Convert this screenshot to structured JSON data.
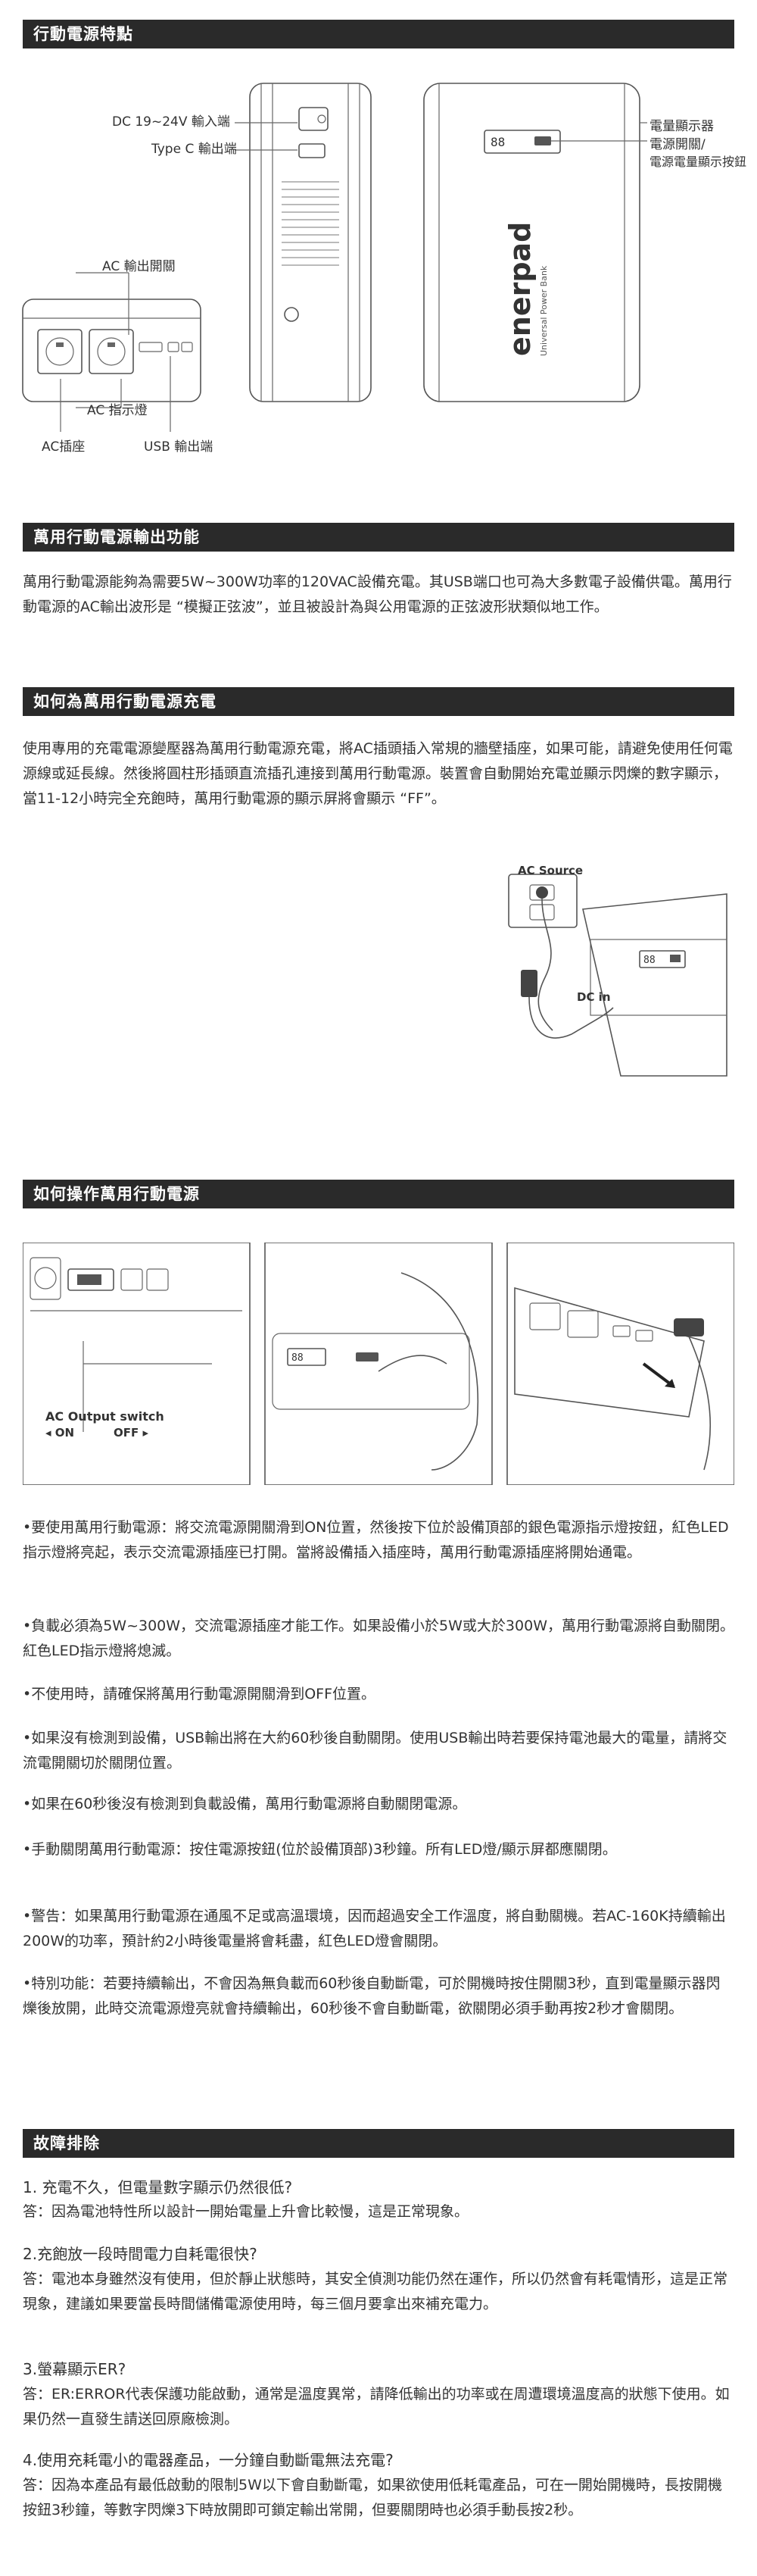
{
  "sections": {
    "features": "行動電源特點",
    "function": "萬用行動電源輸出功能",
    "charging": "如何為萬用行動電源充電",
    "operation": "如何操作萬用行動電源",
    "troubleshoot": "故障排除"
  },
  "diagram1": {
    "dc_input": "DC 19~24V  輸入端",
    "typec_output": "Type C 輸出端",
    "ac_switch": "AC 輸出開關",
    "ac_indicator": "AC 指示燈",
    "ac_socket": "AC插座",
    "usb_output": "USB 輸出端",
    "battery_display": "電量顯示器",
    "power_switch_1": "電源開關/",
    "power_switch_2": "電源電量顯示按鈕",
    "brand": "enerpad",
    "brand_sub": "Universal Power Bank",
    "lcd": "88"
  },
  "function_text": "萬用行動電源能夠為需要5W~300W功率的120VAC設備充電。其USB端口也可為大多數電子設備供電。萬用行動電源的AC輸出波形是 “模擬正弦波”，並且被設計為與公用電源的正弦波形狀類似地工作。",
  "charging_text": "使用專用的充電電源變壓器為萬用行動電源充電，將AC插頭插入常規的牆壁插座，如果可能，請避免使用任何電源線或延長線。然後將圓柱形插頭直流插孔連接到萬用行動電源。裝置會自動開始充電並顯示閃爍的數字顯示，當11-12小時完全充飽時，萬用行動電源的顯示屏將會顯示 “FF”。",
  "charging_diagram": {
    "ac_source": "AC Source",
    "dc_in": "DC in"
  },
  "operation_diagram": {
    "switch_title": "AC Output switch",
    "on": "◂ ON",
    "off": "OFF ▸"
  },
  "bullets": [
    "•要使用萬用行動電源：將交流電源開關滑到ON位置，然後按下位於設備頂部的銀色電源指示燈按鈕，紅色LED指示燈將亮起，表示交流電源插座已打開。當將設備插入插座時，萬用行動電源插座將開始通電。",
    "•負載必須為5W~300W，交流電源插座才能工作。如果設備小於5W或大於300W，萬用行動電源將自動關閉。紅色LED指示燈將熄滅。",
    "•不使用時，請確保將萬用行動電源開關滑到OFF位置。",
    "•如果沒有檢測到設備，USB輸出將在大約60秒後自動關閉。使用USB輸出時若要保持電池最大的電量，請將交流電開關切於關閉位置。",
    "•如果在60秒後沒有檢測到負載設備，萬用行動電源將自動關閉電源。",
    "•手動關閉萬用行動電源：按住電源按鈕(位於設備頂部)3秒鐘。所有LED燈/顯示屏都應關閉。",
    "•警告：如果萬用行動電源在通風不足或高溫環境，因而超過安全工作溫度，將自動關機。若AC-160K持續輸出200W的功率，預計約2小時後電量將會耗盡，紅色LED燈會關閉。",
    "•特別功能：若要持續輸出，不會因為無負載而60秒後自動斷電，可於開機時按住開關3秒，直到電量顯示器閃爍後放開，此時交流電源燈亮就會持續輸出，60秒後不會自動斷電，欲關閉必須手動再按2秒才會關閉。"
  ],
  "faq": [
    {
      "q": "1. 充電不久，但電量數字顯示仍然很低?",
      "a": "答：因為電池特性所以設計一開始電量上升會比較慢，這是正常現象。"
    },
    {
      "q": "2.充飽放一段時間電力自耗電很快?",
      "a": "答：電池本身雖然沒有使用，但於靜止狀態時，其安全偵測功能仍然在運作，所以仍然會有耗電情形，這是正常現象，建議如果要當長時間儲備電源使用時，每三個月要拿出來補充電力。"
    },
    {
      "q": "3.螢幕顯示ER?",
      "a": "答：ER:ERROR代表保護功能啟動，通常是溫度異常，請降低輸出的功率或在周遭環境溫度高的狀態下使用。如果仍然一直發生請送回原廠檢測。"
    },
    {
      "q": "4.使用充耗電小的電器產品，一分鐘自動斷電無法充電?",
      "a": "答：因為本產品有最低啟動的限制5W以下會自動斷電，如果欲使用低耗電產品，可在一開始開機時，長按開機按鈕3秒鐘，等數字閃爍3下時放開即可鎖定輸出常開，但要關閉時也必須手動長按2秒。"
    }
  ]
}
